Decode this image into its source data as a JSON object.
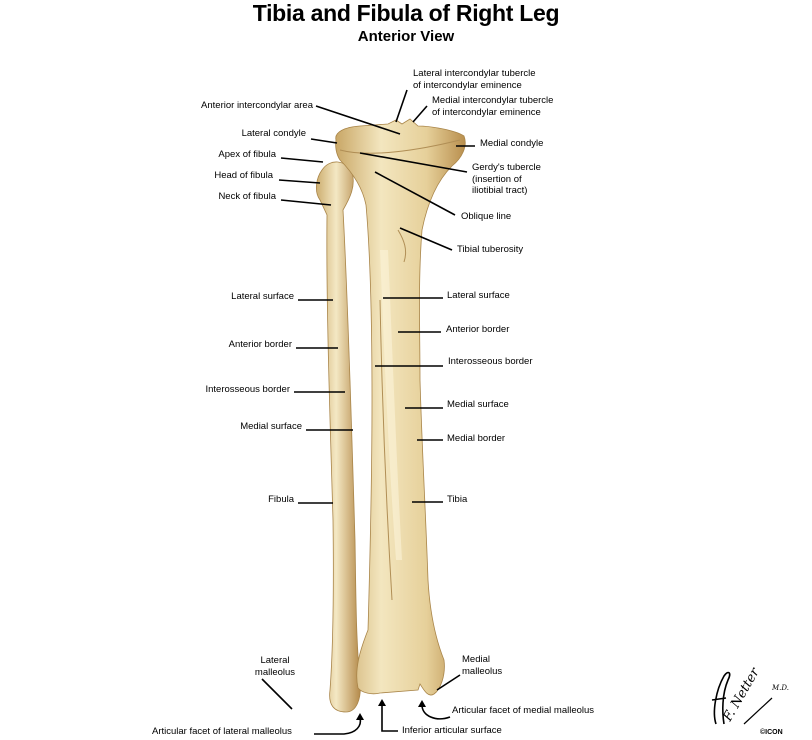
{
  "title": "Tibia and Fibula of Right Leg",
  "subtitle": "Anterior View",
  "labels": {
    "anterior_intercondylar_area": "Anterior intercondylar area",
    "lateral_condyle": "Lateral condyle",
    "apex_of_fibula": "Apex of fibula",
    "head_of_fibula": "Head of fibula",
    "neck_of_fibula": "Neck of fibula",
    "fibula_lateral_surface": "Lateral  surface",
    "fibula_anterior_border": "Anterior border",
    "fibula_interosseous_border": "Interosseous border",
    "fibula_medial_surface": "Medial surface",
    "fibula": "Fibula",
    "lateral_malleolus_1": "Lateral",
    "lateral_malleolus_2": "malleolus",
    "articular_facet_lateral_malleolus": "Articular facet of lateral malleolus",
    "lateral_intercondylar_tubercle_1": "Lateral intercondylar tubercle",
    "lateral_intercondylar_tubercle_2": "of intercondylar eminence",
    "medial_intercondylar_tubercle_1": "Medial intercondylar tubercle",
    "medial_intercondylar_tubercle_2": "of intercondylar eminence",
    "medial_condyle": "Medial condyle",
    "gerdys_tubercle_1": "Gerdy's tubercle",
    "gerdys_tubercle_2": "(insertion of",
    "gerdys_tubercle_3": "iliotibial tract)",
    "oblique_line": "Oblique line",
    "tibial_tuberosity": "Tibial tuberosity",
    "tibia_lateral_surface": "Lateral surface",
    "tibia_anterior_border": "Anterior border",
    "tibia_interosseous_border": "Interosseous border",
    "tibia_medial_surface": "Medial surface",
    "tibia_medial_border": "Medial border",
    "tibia": "Tibia",
    "medial_malleolus_1": "Medial",
    "medial_malleolus_2": "malleolus",
    "articular_facet_medial_malleolus": "Articular facet of medial malleolus",
    "inferior_articular_surface": "Inferior articular surface"
  },
  "signature": {
    "name": "F. Netter",
    "suffix": "M.D.",
    "copyright": "©ICON"
  },
  "colors": {
    "bone": "#ead9a6",
    "bone_shadow": "#c9a766",
    "bone_highlight": "#f7eed2"
  }
}
